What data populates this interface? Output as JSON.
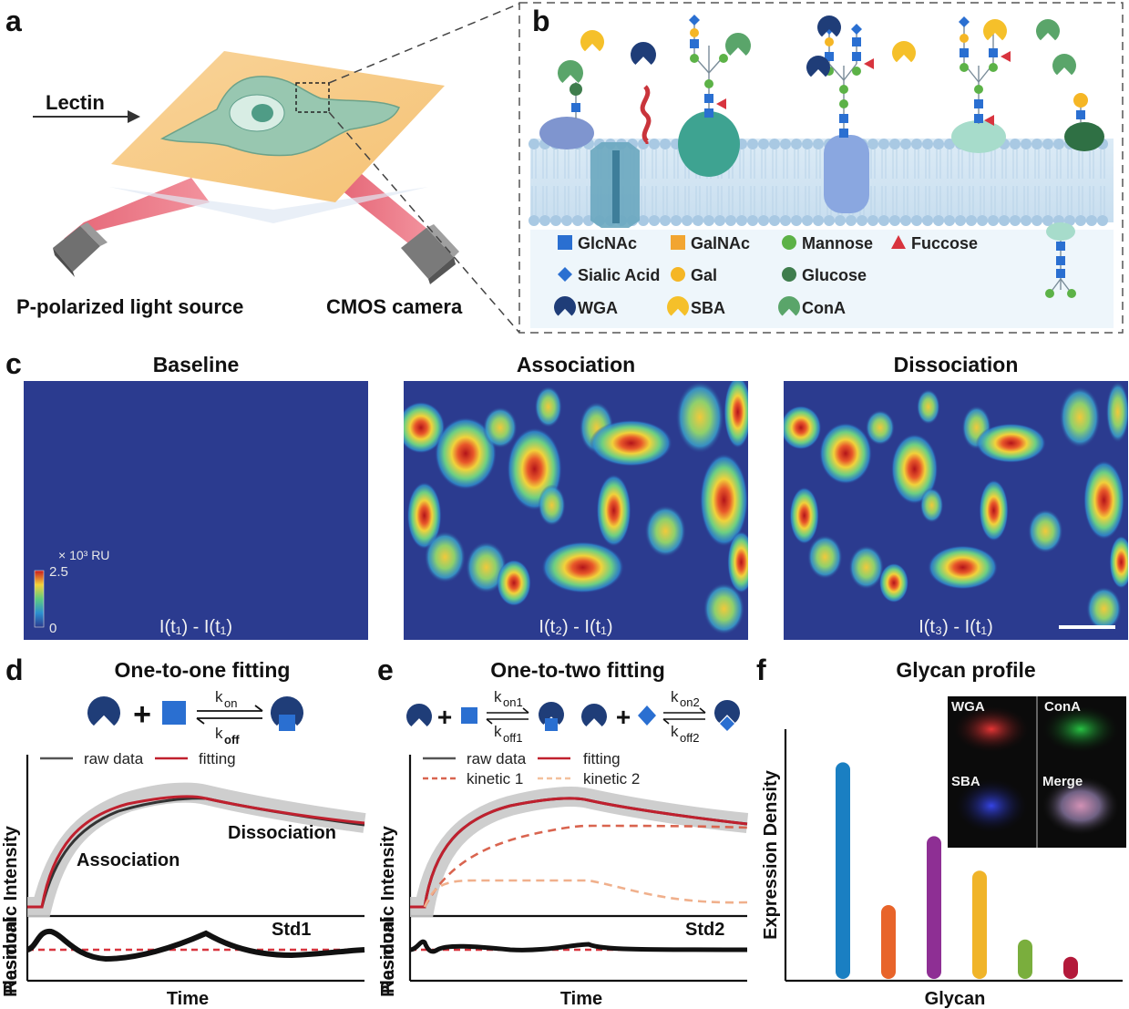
{
  "panels": {
    "a": {
      "letter": "a",
      "lectin_label": "Lectin",
      "light_source_label": "P-polarized light source",
      "camera_label": "CMOS camera"
    },
    "b": {
      "letter": "b",
      "legend": [
        {
          "name": "GlcNAc",
          "shape": "blue-square",
          "color": "#2a6fd1"
        },
        {
          "name": "GalNAc",
          "shape": "orange-square",
          "color": "#f2a531"
        },
        {
          "name": "Mannose",
          "shape": "green-circle",
          "color": "#5cb247"
        },
        {
          "name": "Fuccose",
          "shape": "red-triangle",
          "color": "#d8343e"
        },
        {
          "name": "Sialic Acid",
          "shape": "blue-diamond",
          "color": "#2a6fd1"
        },
        {
          "name": "Gal",
          "shape": "yellow-circle",
          "color": "#f5b625"
        },
        {
          "name": "Glucose",
          "shape": "darkgreen-circle",
          "color": "#3f7d4d"
        },
        {
          "name": "WGA",
          "shape": "navy-pacman",
          "color": "#1f3d78"
        },
        {
          "name": "SBA",
          "shape": "yellow-pacman",
          "color": "#f5c02a"
        },
        {
          "name": "ConA",
          "shape": "green-pacman",
          "color": "#5aa56a"
        }
      ]
    },
    "c": {
      "letter": "c",
      "maps": [
        {
          "title": "Baseline",
          "formula": "I(t₁) - I(t₁)"
        },
        {
          "title": "Association",
          "formula": "I(t₂) - I(t₁)"
        },
        {
          "title": "Dissociation",
          "formula": "I(t₃) - I(t₁)"
        }
      ],
      "colorbar": {
        "unit": "× 10³ RU",
        "max": "2.5",
        "min": "0"
      }
    },
    "d": {
      "letter": "d",
      "title": "One-to-one fitting",
      "k_on": "k",
      "k_on_sub": "on",
      "k_off": "k",
      "k_off_sub": "off",
      "legend_raw": "raw data",
      "legend_fit": "fitting",
      "annotation_assoc": "Association",
      "annotation_dissoc": "Dissociation",
      "residual_label": "Std1",
      "xlabel": "Time",
      "ylabel_top": "Plasmonic Intensity",
      "ylabel_bottom": "Residual"
    },
    "e": {
      "letter": "e",
      "title": "One-to-two fitting",
      "k_on1": "k",
      "k_on1_sub": "on1",
      "k_off1": "k",
      "k_off1_sub": "off1",
      "k_on2": "k",
      "k_on2_sub": "on2",
      "k_off2": "k",
      "k_off2_sub": "off2",
      "legend_raw": "raw data",
      "legend_fit": "fitting",
      "legend_k1": "kinetic 1",
      "legend_k2": "kinetic 2",
      "residual_label": "Std2",
      "xlabel": "Time",
      "ylabel_top": "Plasmonic Intensity",
      "ylabel_bottom": "Residual"
    },
    "f": {
      "letter": "f",
      "inset_labels": [
        "WGA",
        "ConA",
        "SBA",
        "Merge"
      ]
    }
  },
  "chart_data": {
    "type": "bar",
    "title": "Glycan profile",
    "xlabel": "Glycan",
    "ylabel": "Expression Density",
    "categories": [
      "",
      "",
      "",
      "",
      "",
      ""
    ],
    "values": [
      0.88,
      0.3,
      0.58,
      0.44,
      0.16,
      0.09
    ],
    "colors": [
      "#1a7fc2",
      "#e8642a",
      "#8e2f94",
      "#f0b429",
      "#7aae3d",
      "#b3193a"
    ],
    "ylim": [
      0,
      1
    ],
    "grid": false
  }
}
